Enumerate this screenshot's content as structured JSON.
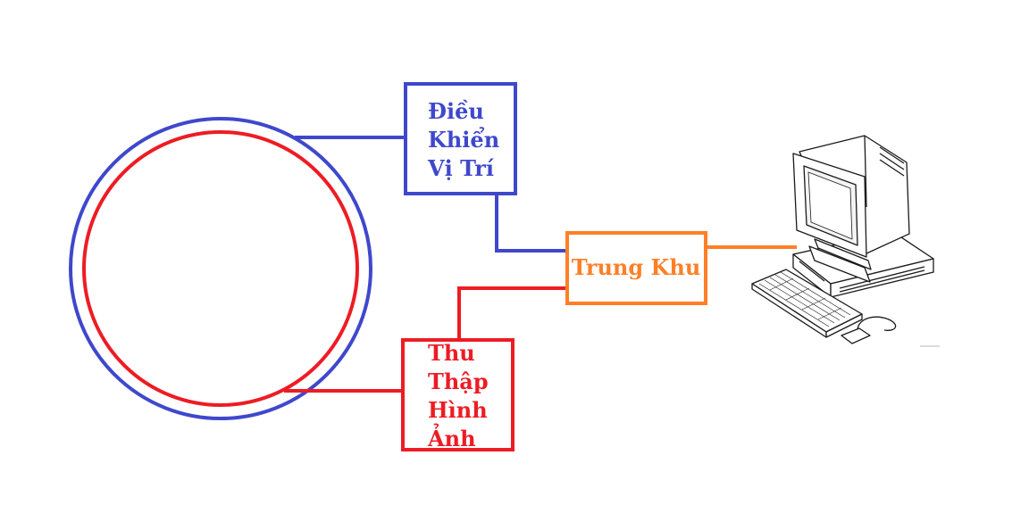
{
  "colors": {
    "blue": "#3f48cc",
    "red": "#ed1c24",
    "orange": "#ff7f27"
  },
  "nodes": {
    "position_control": {
      "lines": [
        "Điều",
        "Khiển",
        "Vị Trí"
      ]
    },
    "central": {
      "label": "Trung Khu"
    },
    "image_capture": {
      "lines": [
        "Thu",
        "Thập",
        "Hình",
        "Ảnh"
      ]
    }
  },
  "icons": {
    "computer": "desktop-computer-icon"
  }
}
